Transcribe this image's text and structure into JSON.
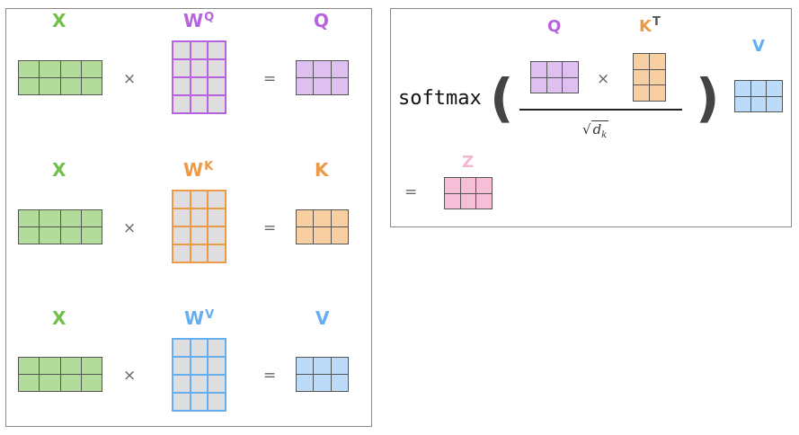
{
  "colors": {
    "green": "#6fbf4a",
    "green_fill": "#b3dc9a",
    "purple": "#b763dd",
    "purple_fill": "#ddbff0",
    "orange": "#ec9a47",
    "orange_fill": "#f7cfa0",
    "blue": "#65aef0",
    "blue_fill": "#bcdbf8",
    "pink": "#f2b6d2",
    "pink_fill": "#f6bfd8",
    "grey_fill": "#dedede",
    "grid_line": "#555555"
  },
  "left_panel": {
    "rows": [
      {
        "input": "X",
        "weight": "W",
        "weight_sup": "Q",
        "times": "×",
        "equals": "=",
        "output": "Q"
      },
      {
        "input": "X",
        "weight": "W",
        "weight_sup": "K",
        "times": "×",
        "equals": "=",
        "output": "K"
      },
      {
        "input": "X",
        "weight": "W",
        "weight_sup": "V",
        "times": "×",
        "equals": "=",
        "output": "V"
      }
    ]
  },
  "right_panel": {
    "softmax": "softmax",
    "open_paren": "(",
    "close_paren": ")",
    "q_label": "Q",
    "k_label": "K",
    "k_sup": "T",
    "times": "×",
    "v_label": "V",
    "sqrt_symbol": "√",
    "d_symbol": "d",
    "d_sub": "k",
    "equals": "=",
    "z_label": "Z"
  }
}
